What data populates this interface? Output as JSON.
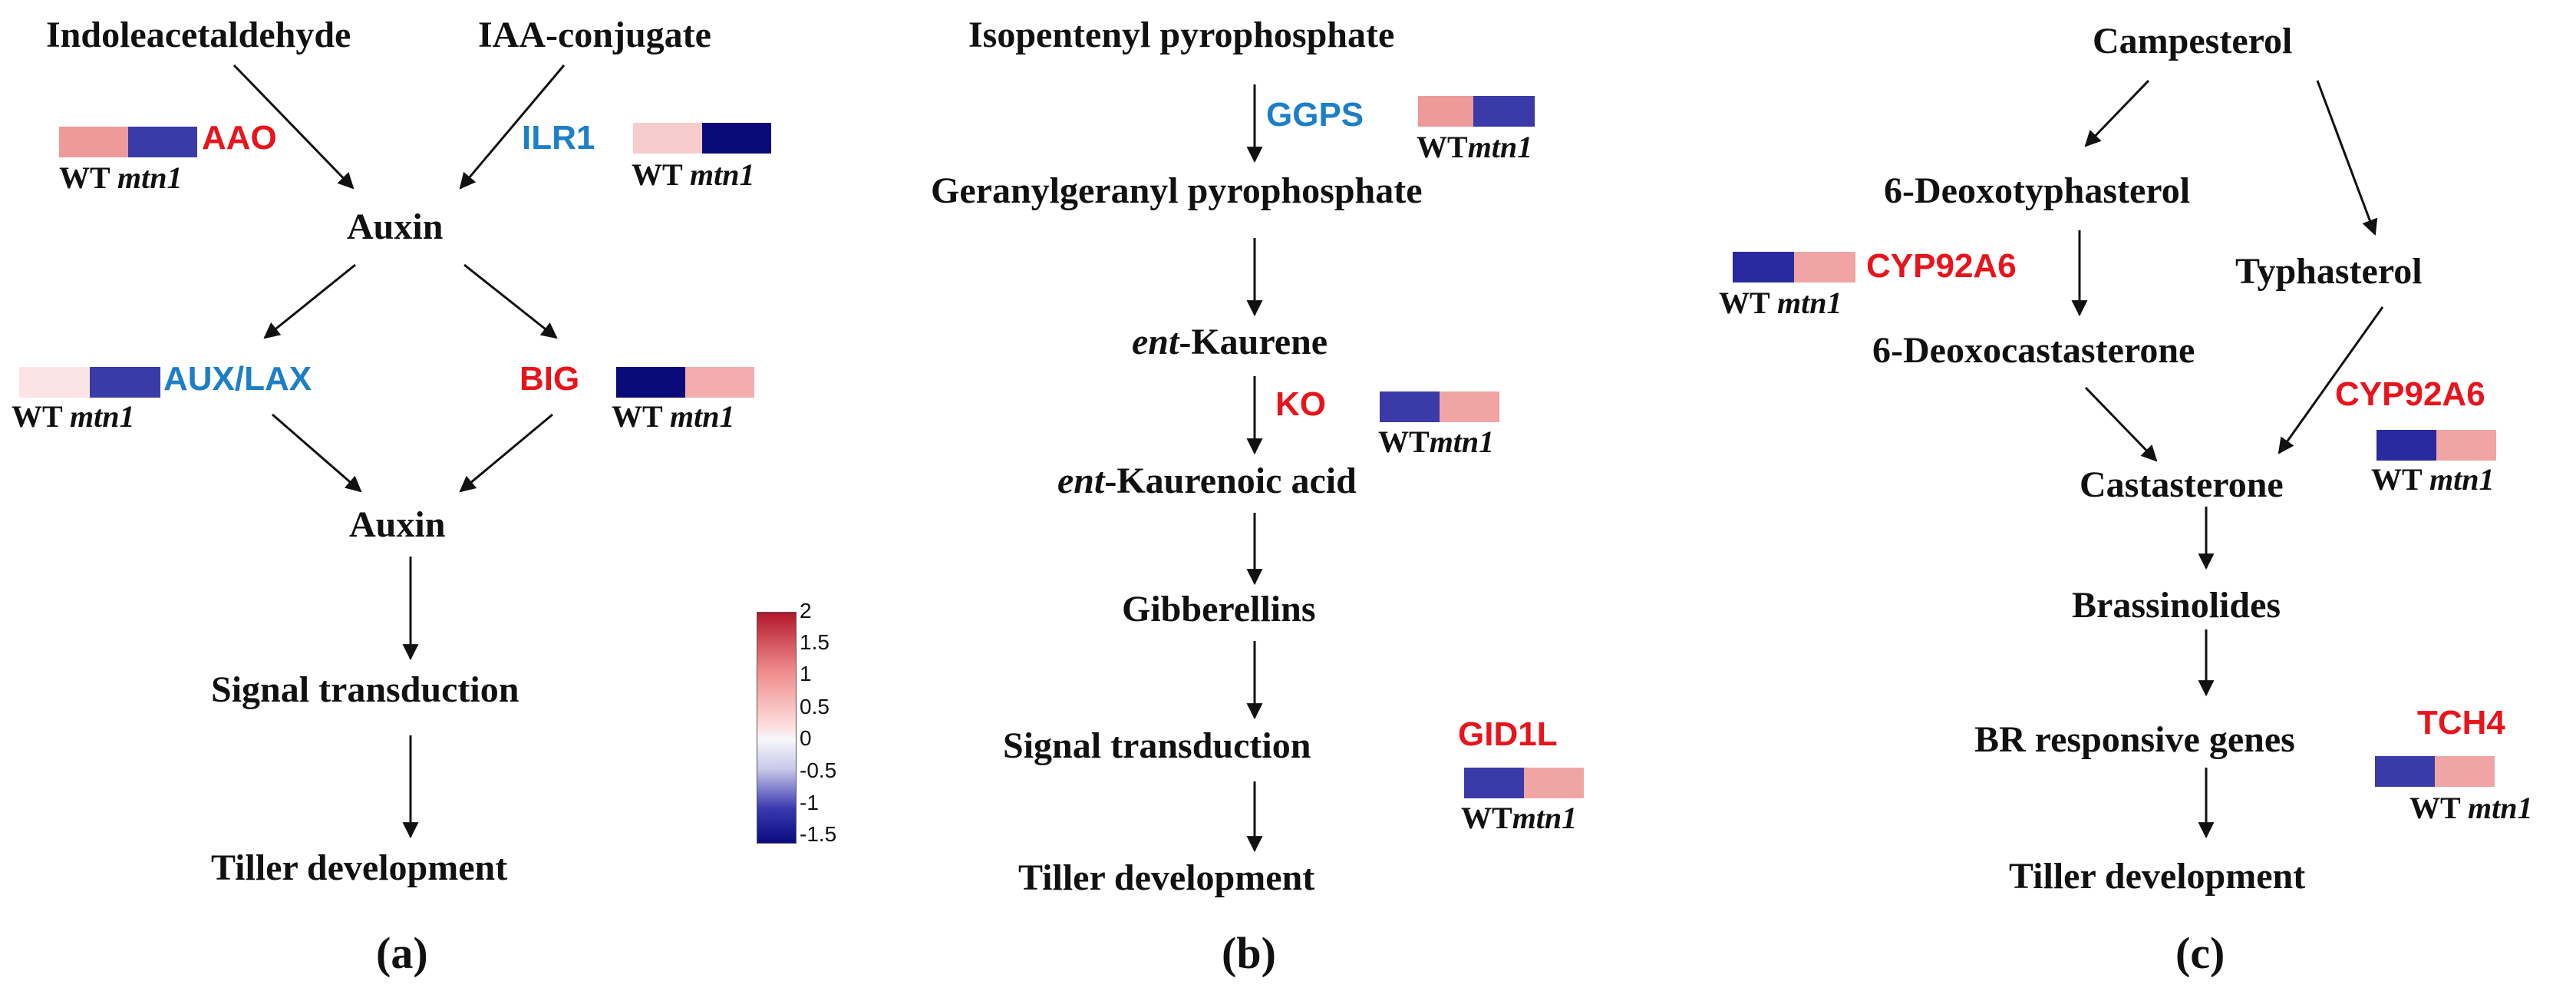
{
  "colors": {
    "up": "#ee9a9a",
    "down": "#3a3aa8",
    "strong_down": "#0a0a7a",
    "light_up": "#f7cccc",
    "gene_red": "#e8141c",
    "gene_blue": "#1c7fc7"
  },
  "labels": {
    "wt": "WT",
    "mtn1": "mtn1"
  },
  "colorbar": {
    "ticks": [
      "2",
      "1.5",
      "1",
      "0.5",
      "0",
      "-0.5",
      "-1",
      "-1.5"
    ]
  },
  "panel_a": {
    "letter": "(a)",
    "nodes": {
      "indole": "Indoleacetaldehyde",
      "conjugate": "IAA-conjugate",
      "auxin1": "Auxin",
      "auxin2": "Auxin",
      "signal": "Signal transduction",
      "tiller": "Tiller development"
    },
    "genes": {
      "aao": {
        "name": "AAO",
        "color": "#e8141c",
        "cells": [
          "#ee9a9a",
          "#3a3aa8"
        ]
      },
      "ilr1": {
        "name": "ILR1",
        "color": "#1c7fc7",
        "cells": [
          "#f7cccc",
          "#0a0a7a"
        ]
      },
      "auxlax": {
        "name": "AUX/LAX",
        "color": "#1c7fc7",
        "cells": [
          "#fde4e4",
          "#3a3aa8"
        ]
      },
      "big": {
        "name": "BIG",
        "color": "#e8141c",
        "cells": [
          "#0a0a7a",
          "#f3adad"
        ]
      }
    }
  },
  "panel_b": {
    "letter": "(b)",
    "nodes": {
      "ipp": "Isopentenyl pyrophosphate",
      "ggpp": "Geranylgeranyl pyrophosphate",
      "kaurene_prefix": "ent",
      "kaurene": "-Kaurene",
      "acid_prefix": "ent",
      "acid": "-Kaurenoic acid",
      "gibberellins": "Gibberellins",
      "signal": "Signal transduction",
      "tiller": "Tiller development"
    },
    "genes": {
      "ggps": {
        "name": "GGPS",
        "color": "#1c7fc7",
        "cells": [
          "#ee9a9a",
          "#3a3aa8"
        ]
      },
      "ko": {
        "name": "KO",
        "color": "#e8141c",
        "cells": [
          "#3a3aa8",
          "#f0a4a4"
        ]
      },
      "gid1l": {
        "name": "GID1L",
        "color": "#e8141c",
        "cells": [
          "#3a3aa8",
          "#f0a4a4"
        ]
      }
    }
  },
  "panel_c": {
    "letter": "(c)",
    "nodes": {
      "campesterol": "Campesterol",
      "deoxotyphasterol": "6-Deoxotyphasterol",
      "typhasterol": "Typhasterol",
      "deoxocastasterone": "6-Deoxocastasterone",
      "castasterone": "Castasterone",
      "brassinolides": "Brassinolides",
      "br_genes": "BR responsive genes",
      "tiller": "Tiller development"
    },
    "genes": {
      "cyp1": {
        "name": "CYP92A6",
        "color": "#e8141c",
        "cells": [
          "#2a2aa0",
          "#f0a4a4"
        ]
      },
      "cyp2": {
        "name": "CYP92A6",
        "color": "#e8141c",
        "cells": [
          "#2a2aa0",
          "#f0a4a4"
        ]
      },
      "tch4": {
        "name": "TCH4",
        "color": "#e8141c",
        "cells": [
          "#3a3aa8",
          "#f0a4a4"
        ]
      }
    }
  }
}
